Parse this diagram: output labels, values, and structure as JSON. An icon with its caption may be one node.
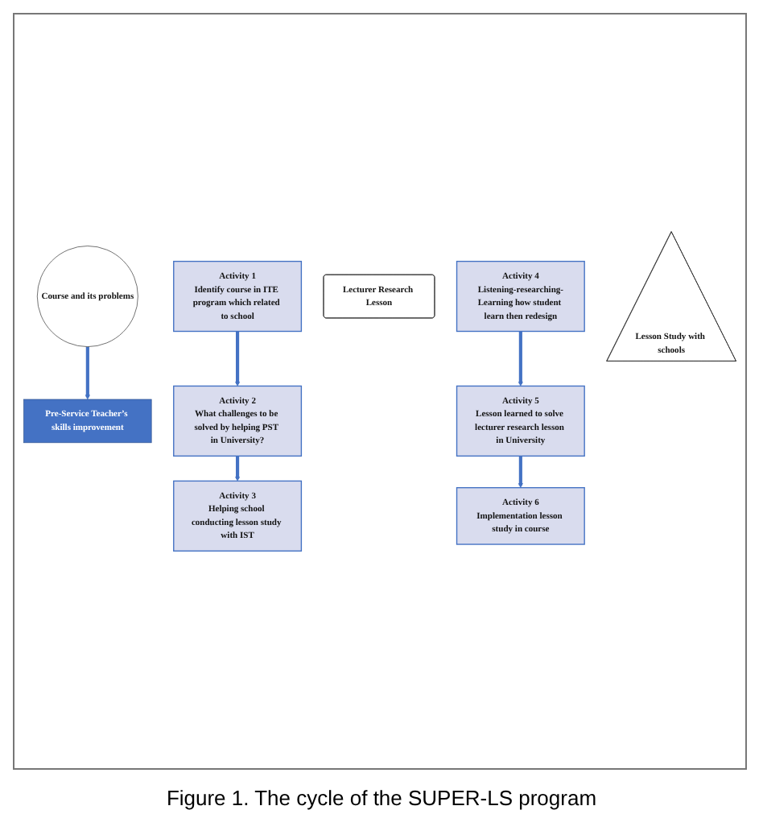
{
  "diagram": {
    "caption": "Figure 1. The cycle of the SUPER-LS program",
    "nodes": [
      {
        "text": [
          "Pre-Service Teacher’s skills improvement"
        ]
      },
      {
        "text": [
          "Activity 6",
          "Implementation lesson study in course"
        ]
      },
      {
        "text": [
          "Course and its problems"
        ]
      },
      {
        "text": [
          "Activity 1",
          "Identify course in ITE program which related to school"
        ]
      },
      {
        "text": [
          "Activity 5",
          "Lesson learned to solve lecturer research lesson in University"
        ]
      },
      {
        "text": [
          "Lecturer Research Lesson"
        ]
      },
      {
        "text": [
          "Activity 2",
          "What challenges to be solved by helping PST in University?"
        ]
      },
      {
        "text": [
          "Activity 4",
          "Listening-researching-Learning how student learn then redesign"
        ]
      },
      {
        "text": [
          "Lesson Study with schools"
        ]
      },
      {
        "text": [
          "Activity 3",
          "Helping school conducting lesson study with IST"
        ]
      }
    ],
    "edges": [
      {
        "from": 2,
        "to": 0,
        "arrow": "to"
      },
      {
        "from": 3,
        "to": 6,
        "arrow": "to"
      },
      {
        "from": 6,
        "to": 9,
        "arrow": "to"
      },
      {
        "from": 7,
        "to": 4,
        "arrow": "to"
      },
      {
        "from": 4,
        "to": 1,
        "arrow": "to"
      }
    ]
  }
}
